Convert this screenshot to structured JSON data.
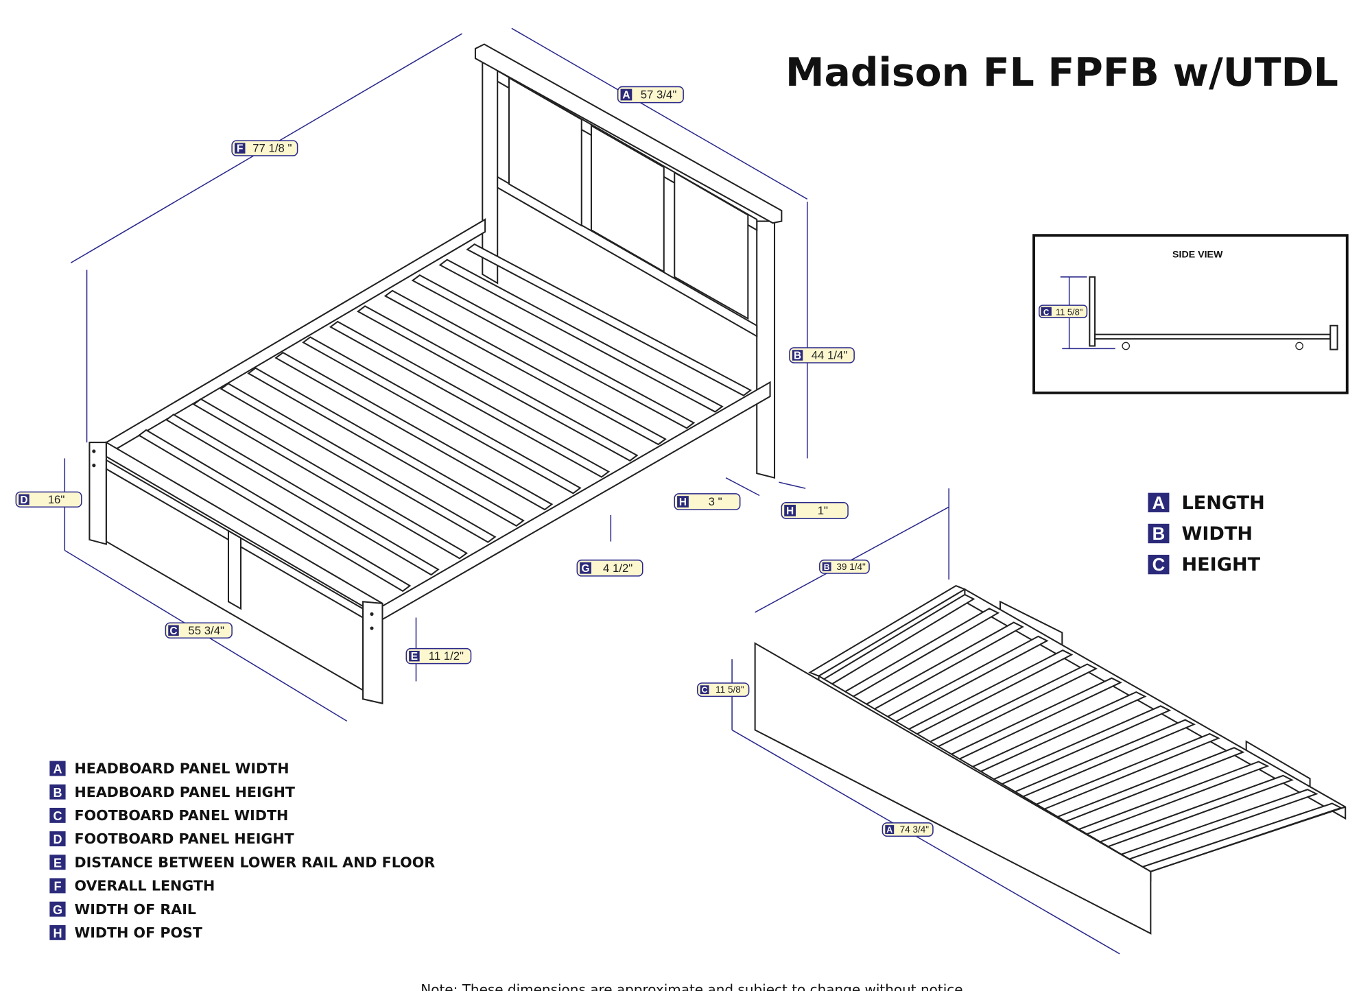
{
  "title": "Madison FL FPFB w/UTDL",
  "side_view": {
    "title": "SIDE VIEW",
    "dim": {
      "letter": "C",
      "value": "11 5/8\""
    }
  },
  "dimensions": [
    {
      "letter": "A",
      "value": "57 3/4\""
    },
    {
      "letter": "F",
      "value": "77 1/8 \""
    },
    {
      "letter": "B",
      "value": "44 1/4\""
    },
    {
      "letter": "H",
      "value": "3 \""
    },
    {
      "letter": "H",
      "value": "1\""
    },
    {
      "letter": "D",
      "value": "16\""
    },
    {
      "letter": "G",
      "value": "4 1/2\""
    },
    {
      "letter": "C",
      "value": "55 3/4\""
    },
    {
      "letter": "E",
      "value": "11 1/2\""
    },
    {
      "letter": "B",
      "value": "39 1/4\""
    },
    {
      "letter": "C",
      "value": "11 5/8\""
    },
    {
      "letter": "A",
      "value": "74 3/4\""
    }
  ],
  "trundle_legend": [
    {
      "letter": "A",
      "label": "LENGTH"
    },
    {
      "letter": "B",
      "label": "WIDTH"
    },
    {
      "letter": "C",
      "label": "HEIGHT"
    }
  ],
  "bed_legend": [
    {
      "letter": "A",
      "label": "HEADBOARD PANEL WIDTH"
    },
    {
      "letter": "B",
      "label": "HEADBOARD PANEL HEIGHT"
    },
    {
      "letter": "C",
      "label": "FOOTBOARD PANEL WIDTH"
    },
    {
      "letter": "D",
      "label": "FOOTBOARD PANEL HEIGHT"
    },
    {
      "letter": "E",
      "label": "DISTANCE BETWEEN LOWER RAIL AND FLOOR"
    },
    {
      "letter": "F",
      "label": "OVERALL LENGTH"
    },
    {
      "letter": "G",
      "label": "WIDTH OF RAIL"
    },
    {
      "letter": "H",
      "label": "WIDTH OF POST"
    }
  ],
  "note": "Note:  These dimensions are approximate and subject to change without notice.",
  "colors": {
    "accent": "#2b2a7a",
    "label_fill": "#fdf7cf"
  }
}
